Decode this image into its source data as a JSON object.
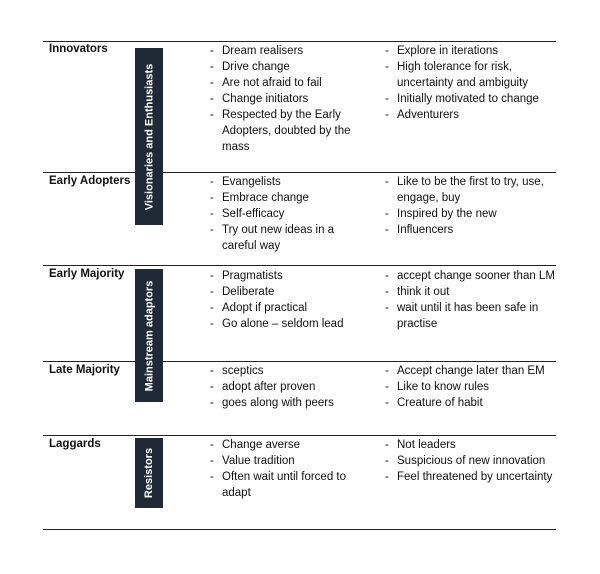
{
  "bands": [
    {
      "label": "Visionaries and Enthusiasts"
    },
    {
      "label": "Mainstream adaptors"
    },
    {
      "label": "Resistors"
    }
  ],
  "rows": [
    {
      "category": "Innovators",
      "traits_1": [
        "Dream realisers",
        "Drive change",
        "Are not afraid to fail",
        "Change initiators",
        "Respected by the Early Adopters, doubted by the mass"
      ],
      "traits_2": [
        "Explore in iterations",
        "High tolerance for risk, uncertainty and ambiguity",
        "Initially motivated to change",
        "Adventurers"
      ]
    },
    {
      "category": "Early Adopters",
      "traits_1": [
        "Evangelists",
        "Embrace change",
        "Self-efficacy",
        "Try out new ideas in a careful way"
      ],
      "traits_2": [
        "Like to be the first to try, use, engage, buy",
        "Inspired by the new",
        "Influencers"
      ]
    },
    {
      "category": "Early Majority",
      "traits_1": [
        "Pragmatists",
        "Deliberate",
        "Adopt if practical",
        "Go alone – seldom lead"
      ],
      "traits_2": [
        "accept change sooner than LM",
        "think it out",
        "wait until it has been safe in practise"
      ]
    },
    {
      "category": "Late Majority",
      "traits_1": [
        "sceptics",
        "adopt after proven",
        "goes along with peers"
      ],
      "traits_2": [
        "Accept change later than EM",
        "Like to know rules",
        "Creature of habit"
      ]
    },
    {
      "category": "Laggards",
      "traits_1": [
        "Change averse",
        "Value tradition",
        "Often wait until forced to adapt"
      ],
      "traits_2": [
        "Not leaders",
        "Suspicious of new innovation",
        "Feel threatened by uncertainty"
      ]
    }
  ]
}
